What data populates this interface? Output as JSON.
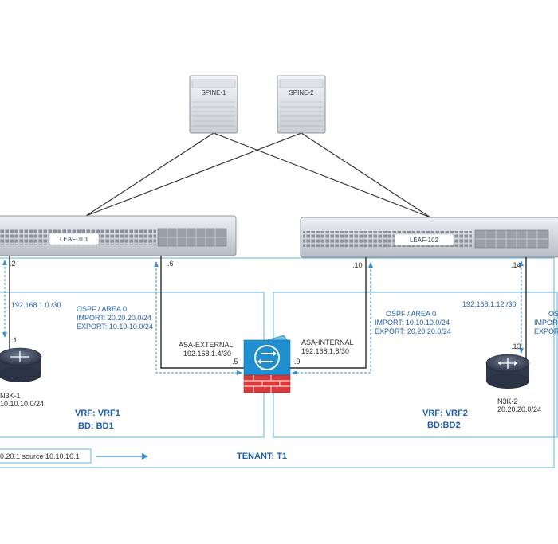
{
  "spines": [
    {
      "label": "SPINE-1"
    },
    {
      "label": "SPINE-2"
    }
  ],
  "leafs": [
    {
      "label": "LEAF-101"
    },
    {
      "label": "LEAF-102"
    }
  ],
  "left": {
    "port_2": ".2",
    "port_6": ".6",
    "port_1": ".1",
    "subnet": "192.168.1.0 /30",
    "ospf": "OSPF / AREA 0",
    "import": "IMPORT: 20.20.20.0/24",
    "export": "EXPORT: 10.10.10.0/24",
    "asa_ext_name": "ASA-EXTERNAL",
    "asa_ext_subnet": "192.168.1.4/30",
    "asa_port_5": ".5",
    "n3k_name": "N3K-1",
    "n3k_net": "10.10.10.0/24",
    "vrf": "VRF: VRF1",
    "bd": "BD: BD1"
  },
  "right": {
    "port_10": ".10",
    "port_14": ".14",
    "port_13": ".13",
    "subnet": "192.168.1.12 /30",
    "ospf": "OSPF / AREA 0",
    "import": "IMPORT: 10.10.10.0/24",
    "export": "EXPORT: 20.20.20.0/24",
    "ospf_cut": "OS",
    "import_cut": "IMPOR",
    "export_cut": "EXPOR",
    "asa_int_name": "ASA-INTERNAL",
    "asa_int_subnet": "192.168.1.8/30",
    "asa_port_9": ".9",
    "n3k_name": "N3K-2",
    "n3k_net": "20.20.20.0/24",
    "vrf": "VRF: VRF2",
    "bd": "BD:BD2"
  },
  "tenant": "TENANT: T1",
  "ping_text": "0.20.1 source 10.10.10.1",
  "colors": {
    "link": "#2b2b2b",
    "box": "#62b6de",
    "label": "#1f5fa8",
    "firewall_blue": "#1f8fd0",
    "firewall_red": "#d8393a",
    "router": "#3d4a5e"
  },
  "icons": {
    "spine": "switch-chassis-icon",
    "leaf": "switch-icon",
    "firewall": "firewall-icon",
    "router": "router-icon"
  }
}
